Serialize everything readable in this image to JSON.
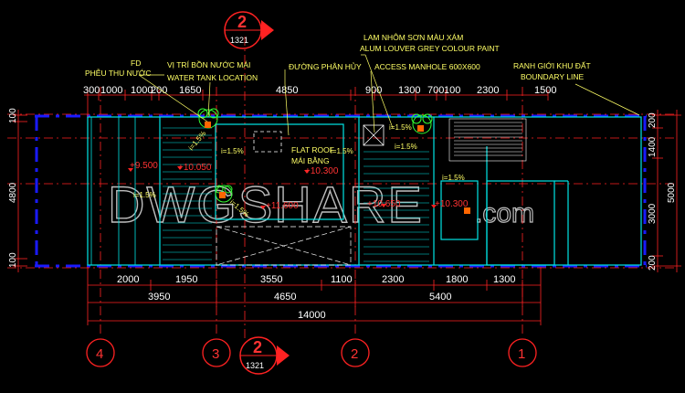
{
  "section_marks": {
    "top": {
      "number": "2",
      "sheet": "1321"
    },
    "bottom": {
      "number": "2",
      "sheet": "1321"
    }
  },
  "annotations": {
    "fd": "FD",
    "pheu": "PHỄU THU NƯỚC",
    "tank_vi": "VỊ TRÍ BỒN NƯỚC MÁI",
    "tank_en": "WATER TANK LOCATION",
    "duong_phan_huy": "ĐƯỜNG PHÂN HỦY",
    "louver_vi": "LAM NHÔM SƠN MÀU XÁM",
    "louver_en": "ALUM LOUVER GREY COLOUR PAINT",
    "manhole": "ACCESS MANHOLE 600X600",
    "boundary_vi": "RANH GIỚI KHU ĐẤT",
    "boundary_en": "BOUNDARY LINE",
    "flat_roof": "FLAT ROOF",
    "mai_bang": "MÁI BẰNG"
  },
  "top_dims": [
    "300",
    "1000",
    "1000",
    "200",
    "1650",
    "4850",
    "900",
    "1300",
    "700",
    "100",
    "2300",
    "1500"
  ],
  "left_dims": [
    "100",
    "4800",
    "100"
  ],
  "right_dims": [
    "200",
    "1400",
    "3000",
    "200",
    "5000"
  ],
  "bottom_dims_row1": [
    "2000",
    "1950",
    "3550",
    "1100",
    "2300",
    "1800",
    "1300"
  ],
  "bottom_dims_row2": [
    "3950",
    "4650",
    "5400"
  ],
  "bottom_total": "14000",
  "levels": [
    "+9.500",
    "+10.050",
    "+10.300",
    "+11.600",
    "+10.650",
    "+10.300"
  ],
  "slopes": [
    "i=1.5%",
    "i=1.5%",
    "i=1.5%",
    "i=1.5%",
    "i=1.5%",
    "i=1.5%",
    "i=1.5%",
    "i=1.5%"
  ],
  "grid_axes": [
    "4",
    "3",
    "2",
    "1"
  ],
  "watermark": {
    "main": "DWGSHARE",
    "suffix": ".com"
  },
  "colors": {
    "background": "#000000",
    "grid": "#ff2222",
    "boundary": "#1a1aff",
    "wall": "#00ffff",
    "text": "#ffffff",
    "note": "#ffff66"
  }
}
